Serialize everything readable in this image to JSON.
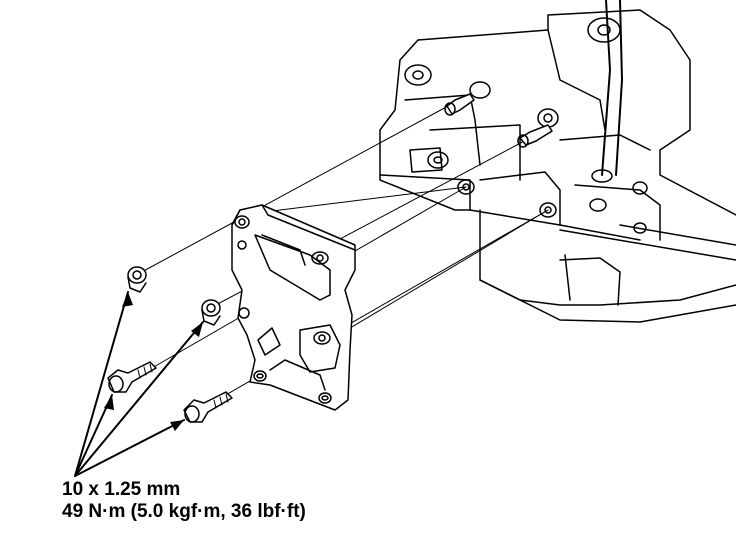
{
  "callout": {
    "bolt_size": "10 x 1.25 mm",
    "torque": "49 N·m (5.0 kgf·m, 36 lbf·ft)"
  },
  "colors": {
    "line": "#000000",
    "background": "#ffffff"
  },
  "icons": [
    "engine-block-illustration",
    "mounting-bracket-illustration",
    "flange-nut-icon",
    "flange-bolt-icon"
  ]
}
